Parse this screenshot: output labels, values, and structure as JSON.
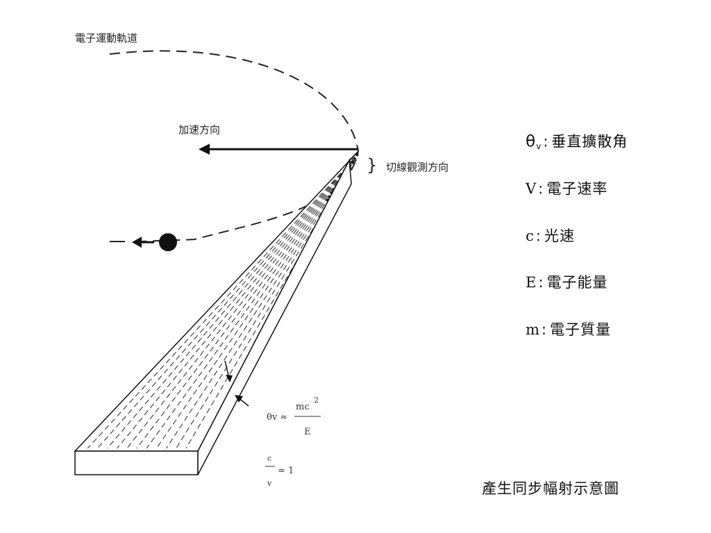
{
  "diagram": {
    "orbit_label": "電子運動軌道",
    "accel_label": "加速方向",
    "tangent_label": "切線觀測方向",
    "brace_symbol": "}",
    "formula": {
      "theta_lhs": "θv ≈",
      "numerator": "mc",
      "exponent": "2",
      "denominator": "E",
      "ratio_top": "c",
      "ratio_bottom": "v",
      "ratio_rhs": "≈ 1"
    }
  },
  "legend": [
    {
      "symbol": "θ",
      "subscript": "v",
      "separator": ":",
      "meaning": "垂直擴散角"
    },
    {
      "symbol": "V",
      "subscript": "",
      "separator": ":",
      "meaning": "電子速率"
    },
    {
      "symbol": "c",
      "subscript": "",
      "separator": ":",
      "meaning": "光速"
    },
    {
      "symbol": "E",
      "subscript": "",
      "separator": ":",
      "meaning": "電子能量"
    },
    {
      "symbol": "m",
      "subscript": "",
      "separator": ":",
      "meaning": "電子質量"
    }
  ],
  "caption": "產生同步幅射示意圖"
}
